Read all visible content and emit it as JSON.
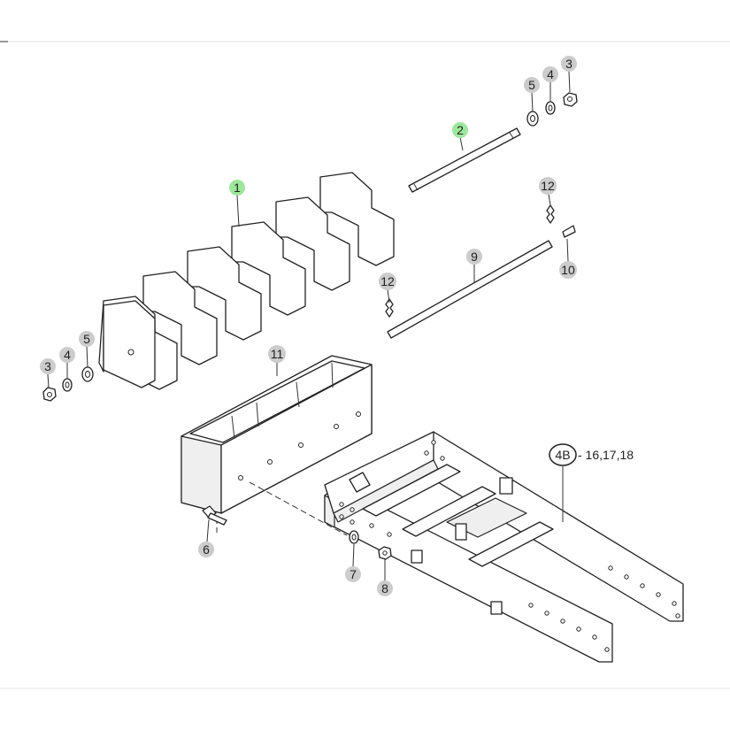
{
  "diagram": {
    "accent_color": "#9be89b",
    "callout_color": "#cccccc",
    "labels": {
      "p1": "1",
      "p2": "2",
      "p3a": "3",
      "p4a": "4",
      "p5a": "5",
      "p3b": "3",
      "p4b": "4",
      "p5b": "5",
      "p6": "6",
      "p7": "7",
      "p8": "8",
      "p9": "9",
      "p10": "10",
      "p11": "11",
      "p12a": "12",
      "p12b": "12",
      "ref_badge": "4B",
      "ref_text": "- 16,17,18"
    },
    "highlighted_parts": [
      "1",
      "2"
    ]
  }
}
